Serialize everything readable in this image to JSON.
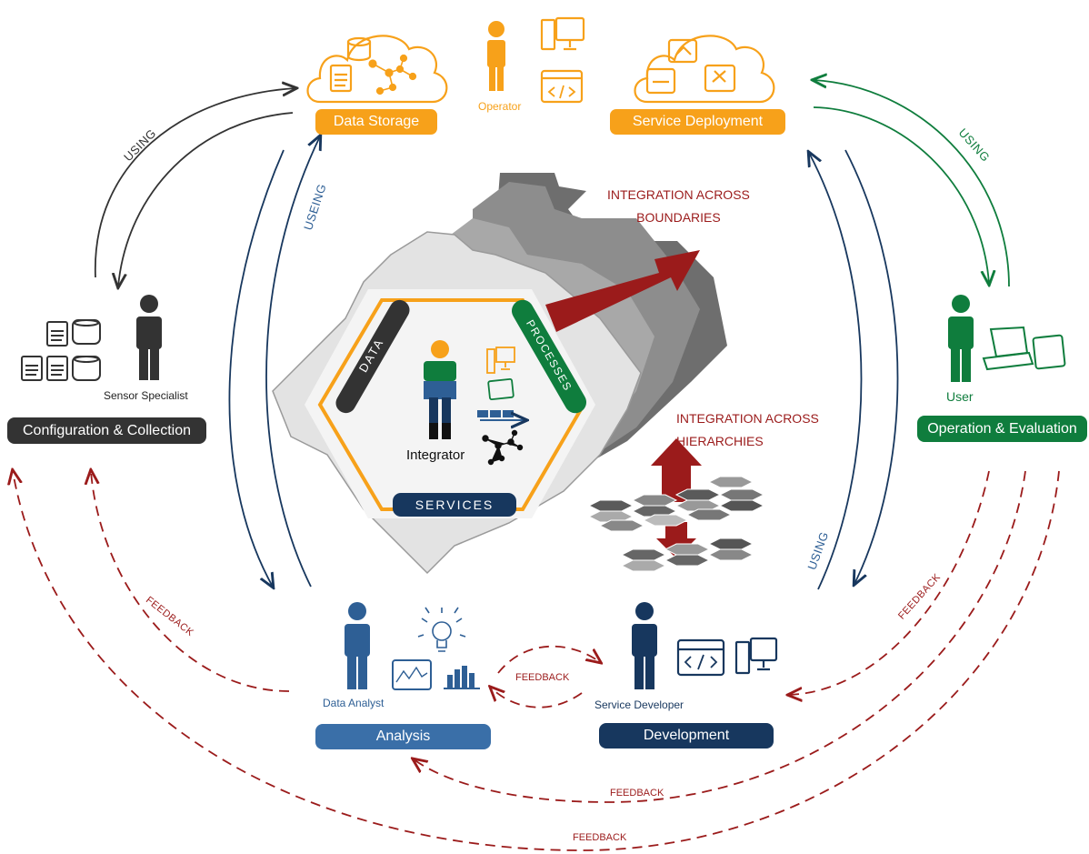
{
  "colors": {
    "orange": "#f7a11a",
    "navy": "#17375e",
    "blue": "#2e5f95",
    "green": "#0f7d3d",
    "dark": "#333333",
    "red": "#9b1b1b",
    "gray": "#8a8a8a",
    "lightgray": "#e6e6e6"
  },
  "stages": {
    "data_storage": "Data Storage",
    "service_deployment": "Service Deployment",
    "configuration": "Configuration & Collection",
    "operation": "Operation & Evaluation",
    "analysis": "Analysis",
    "development": "Development"
  },
  "roles": {
    "operator": "Operator",
    "sensor_specialist": "Sensor Specialist",
    "user": "User",
    "data_analyst": "Data Analyst",
    "service_developer": "Service Developer",
    "integrator": "Integrator"
  },
  "hexagon": {
    "data": "DATA",
    "processes": "PROCESSES",
    "services": "SERVICES"
  },
  "integration": {
    "boundaries_line1": "INTEGRATION ACROSS",
    "boundaries_line2": "BOUNDARIES",
    "hierarchies_line1": "INTEGRATION ACROSS",
    "hierarchies_line2": "HIERARCHIES"
  },
  "arrow_labels": {
    "using_left": "USING",
    "useing_left": "USEING",
    "using_right": "USING",
    "using_bottom_right": "USING",
    "feedback_left": "FEEDBACK",
    "feedback_center": "FEEDBACK",
    "feedback_right": "FEEDBACK",
    "feedback_bottom1": "FEEDBACK",
    "feedback_bottom2": "FEEDBACK"
  }
}
